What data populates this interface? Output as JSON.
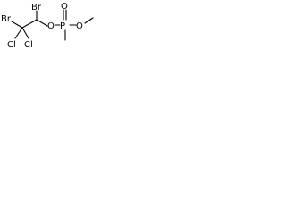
{
  "molecule": {
    "atoms": {
      "br_left": "Br",
      "br_top": "Br",
      "cl_left": "Cl",
      "cl_right": "Cl",
      "o_ester": "O",
      "p": "P",
      "o_double": "O",
      "o_methoxy": "O"
    },
    "colors": {
      "atom": "#000000",
      "bond": "#000000",
      "background": "#ffffff"
    }
  }
}
